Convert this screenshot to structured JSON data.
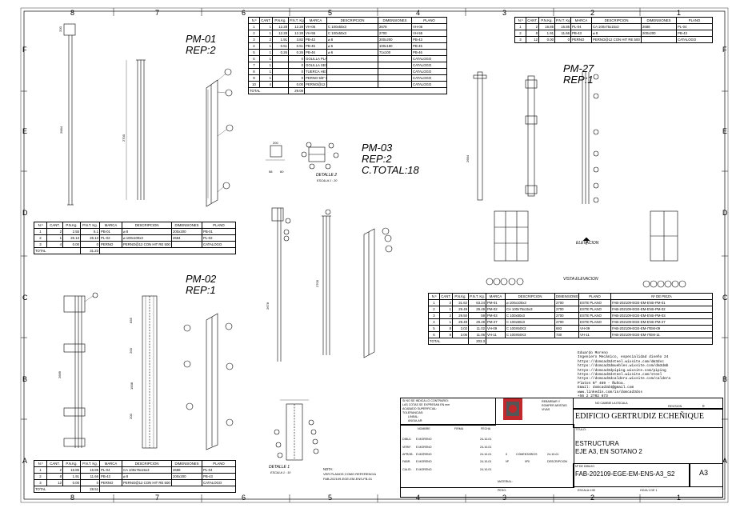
{
  "frame": {
    "cols": [
      "8",
      "7",
      "6",
      "5",
      "4",
      "3",
      "2",
      "1"
    ],
    "rows": [
      "F",
      "E",
      "D",
      "C",
      "B",
      "A"
    ]
  },
  "parts": {
    "pm01": {
      "name": "PM-01",
      "rep": "REP:2",
      "len1": "2684",
      "len2": "2700",
      "sq": "200"
    },
    "pm02": {
      "name": "PM-02",
      "rep": "REP:1",
      "len1": "2689",
      "d1": "1008",
      "d2": "200",
      "d3": "200",
      "d4": "835"
    },
    "pm03": {
      "name": "PM-03",
      "rep": "REP:2",
      "total": "C.TOTAL:18",
      "len1": "2678",
      "len2": "2700",
      "sq": "200",
      "d1": "58",
      "d2": "60"
    },
    "pm27": {
      "name": "PM-27",
      "rep": "REP:1",
      "len1": "2684",
      "elev": "ELEVACION",
      "vista": "VISTA ELEVACION"
    }
  },
  "details": {
    "d1": {
      "title": "DETALLE 1",
      "scale": "ESCALA 1 : 10"
    },
    "d2": {
      "title": "DETALLE 2",
      "scale": "ESCALA 1 : 20"
    }
  },
  "nota": {
    "label": "NOTA:",
    "line1": "VER PLANOS COMO REFERENCIA",
    "line2": "FAB-202109-EGE-EM-ENS-FB-01"
  },
  "tables": {
    "hdr": [
      "N.º",
      "CANT.",
      "P.N.Kg.",
      "P.N.T. Kg.",
      "MARCA",
      "DESCRIPCION",
      "DIMENSIONES",
      "PLANO"
    ],
    "hdrPieza": [
      "N.º",
      "CANT.",
      "P.N.Kg.",
      "P.N.T. Kg.",
      "MARCA",
      "DESCRIPCION",
      "DIMENSIONES",
      "PLANO",
      "Nº DE PIEZA"
    ],
    "pm01": [
      [
        "1",
        "2",
        "2.55",
        "5.1",
        "PB-01",
        "⌀ 8",
        "200x200",
        "PB-01"
      ],
      [
        "2",
        "1",
        "26.13",
        "26.13",
        "PL-02",
        "⌀ 100x100x3",
        "2684",
        "PL-02"
      ],
      [
        "3",
        "4",
        "0.00",
        "0",
        "PERNO",
        "PERNO@12 CON HIT RE 500",
        "",
        "CATALOGO"
      ]
    ],
    "pm01Total": [
      "TOTAL",
      "31.23"
    ],
    "pm02": [
      [
        "1",
        "2",
        "16.85",
        "16.85",
        "PL-04",
        "CA 100x75x15x3",
        "2688",
        "PL-04"
      ],
      [
        "2",
        "8",
        "1.91",
        "11.66",
        "PB-43",
        "⌀ 8",
        "200x200",
        "PB-43"
      ],
      [
        "3",
        "12",
        "0.00",
        "0",
        "PERNO",
        "PERNO@12 CON HIT RE 500",
        "",
        "CATALOGO"
      ]
    ],
    "pm02Total": [
      "TOTAL",
      "28.51"
    ],
    "pm03": [
      [
        "1",
        "1",
        "12.28",
        "12.28",
        "VH-06",
        "C 100x50x3",
        "2678",
        "VH-06"
      ],
      [
        "2",
        "1",
        "12.28",
        "12.28",
        "VH-55",
        "C 100x50x3",
        "2700",
        "VH-55"
      ],
      [
        "3",
        "2",
        "1.91",
        "3.82",
        "PB-43",
        "⌀ 8",
        "200x200",
        "PB-43"
      ],
      [
        "4",
        "1",
        "0.51",
        "0.51",
        "PB-45",
        "⌀ 6",
        "100x180",
        "PB-45"
      ],
      [
        "5",
        "1",
        "0.26",
        "0.26",
        "PB-46",
        "⌀ 6",
        "71x100",
        "PB-46"
      ],
      [
        "6",
        "1",
        "",
        "0",
        "GOLILLA PLANA 5/8\"",
        "",
        "",
        "CATALOGO"
      ],
      [
        "7",
        "1",
        "",
        "0",
        "GOLILLA SEGURIDAD 5/8\"",
        "",
        "",
        "CATALOGO"
      ],
      [
        "8",
        "1",
        "",
        "0",
        "TUERCA HEXAGONAL 5/8\"",
        "",
        "",
        "CATALOGO"
      ],
      [
        "9",
        "1",
        "",
        "0",
        "PERNO 5/8\" CABEZA HEXAGONAL",
        "",
        "",
        "CATALOGO"
      ],
      [
        "10",
        "4",
        "",
        "0.00",
        "PERNO@12 CON HIT RE 500",
        "",
        "",
        "CATALOGO"
      ]
    ],
    "pm03Total": [
      "TOTAL",
      "29.09"
    ],
    "pm27": [
      [
        "1",
        "2",
        "16.85",
        "16.85",
        "PL-04",
        "CA 100x75x15x3",
        "2688",
        "PL-04"
      ],
      [
        "2",
        "8",
        "1.91",
        "11.66",
        "PB-43",
        "⌀ 8",
        "200x200",
        "PB-43"
      ],
      [
        "3",
        "12",
        "0.00",
        "0",
        "PERNO",
        "PERNO@12 CON HIT RE 500",
        "",
        "CATALOGO"
      ]
    ],
    "summary": [
      [
        "1",
        "2",
        "31.62",
        "63.24",
        "PM-01",
        "⌀ 100x100x3",
        "2700",
        "ESTE PLANO",
        "FAB-202109-EGE-EM-ENS-PM-01"
      ],
      [
        "2",
        "1",
        "29.49",
        "29.49",
        "PM-02",
        "CA 100x75x15x3",
        "2700",
        "ESTE PLANO",
        "FAB-202109-EGE-EM-ENS-PM-02"
      ],
      [
        "3",
        "2",
        "29.50",
        "59",
        "PM-03",
        "C 100x50x3",
        "2700",
        "ESTE PLANO",
        "FAB-202109-EGE-EM-ENS-PM-03"
      ],
      [
        "4",
        "1",
        "29.49",
        "29.49",
        "PM-27",
        "C 100x50x3",
        "2700",
        "ESTE PLANO",
        "FAB-202109-EGE-EM-ENS-PM-27"
      ],
      [
        "5",
        "8",
        "3.02",
        "11.02",
        "VH-09",
        "C 100X50X3",
        "693",
        "VH-09",
        "FAB-202109-EGE-EM-ITEM-09"
      ],
      [
        "6",
        "8",
        "3.06",
        "11.06",
        "VH-11",
        "C 100X50X3",
        "730",
        "VH-11",
        "FAB-202109-EGE-EM-ITEM-11"
      ]
    ],
    "summaryTotal": [
      "TOTAL",
      "203.3"
    ]
  },
  "author": {
    "lines": [
      "Eduardo Moreno",
      "Ingeniero Mecánico, especialidad diseño 24",
      "https://domcad3dsteel.wixsite.com/dm3dsc",
      "https://domcad3dmuebles.wixsite.com/dm3dmb",
      "https://domcad3dpiping.wixsite.com/piping",
      "https://domcad3dsteel.wixsite.com/steel",
      "https://domcad3dcaldera.wixsite.com/caldera",
      "Platon Nº 469 - Ñuñoa.",
      "Email: domcad3d4@gmail.com",
      "www.linkedin.com/in/domcad3dss",
      "+56 2 2702 673"
    ]
  },
  "titleblock": {
    "note1": "SI NO SE INDICA LO CONTRARIO:",
    "note2": "LAS COTAS SE EXPRESAN EN mm",
    "note3": "ACABADO SUPERFICIAL:",
    "note4": "TOLERANCIAS:",
    "note5": "LINEAL:",
    "note6": "ANGULAR:",
    "deburr1": "REBARBAR Y",
    "deburr2": "ROMPER ARISTAS",
    "deburr3": "VIVAS",
    "noscale": "NO CAMBIE LA ESCALA",
    "revLabel": "REVISION",
    "revVal": "0",
    "project": "EDIFICIO GERTRUDIZ ECHEÑIQUE",
    "titleLabel": "TÍTULO:",
    "title1": "ESTRUCTURA",
    "title2": "EJE A3, EN SOTANO 2",
    "nombre": "NOMBRE",
    "firma": "FIRMA",
    "fecha": "FECHA",
    "roles": [
      "DIBUJ.",
      "VERIF.",
      "APROB.",
      "FABR.",
      "CALID."
    ],
    "people": [
      "E.MORENO",
      "E.MORENO",
      "E.MORENO",
      "E.MORENO",
      "E.MORENO"
    ],
    "dates": [
      "24-10-01",
      "24-10-01",
      "24-10-01",
      "24-10-01",
      "24-10-01"
    ],
    "rev": {
      "h1": "N",
      "h2": "COMENTARIOS",
      "h3": "N",
      "h4": "FECHA",
      "h5": "Nº",
      "h6": "DESCRIPCION"
    },
    "revRow": [
      "0",
      "COMENTARIOS",
      "24-10-01",
      "Nº",
      "Nº0",
      "DESCRIPCION"
    ],
    "material": "MATERIAL:",
    "peso": "PESO:",
    "dwgLabel": "Nº DE DIBUJO",
    "dwgNo": "FAB-202109-EGE-EM-ENS-A3_S2",
    "size": "A3",
    "escala": "ESCALA:1:50",
    "hoja": "HOJA 1 DE 1"
  },
  "colors": {
    "line": "#000000",
    "logoRed": "#c0282c",
    "logoDark": "#555555"
  }
}
